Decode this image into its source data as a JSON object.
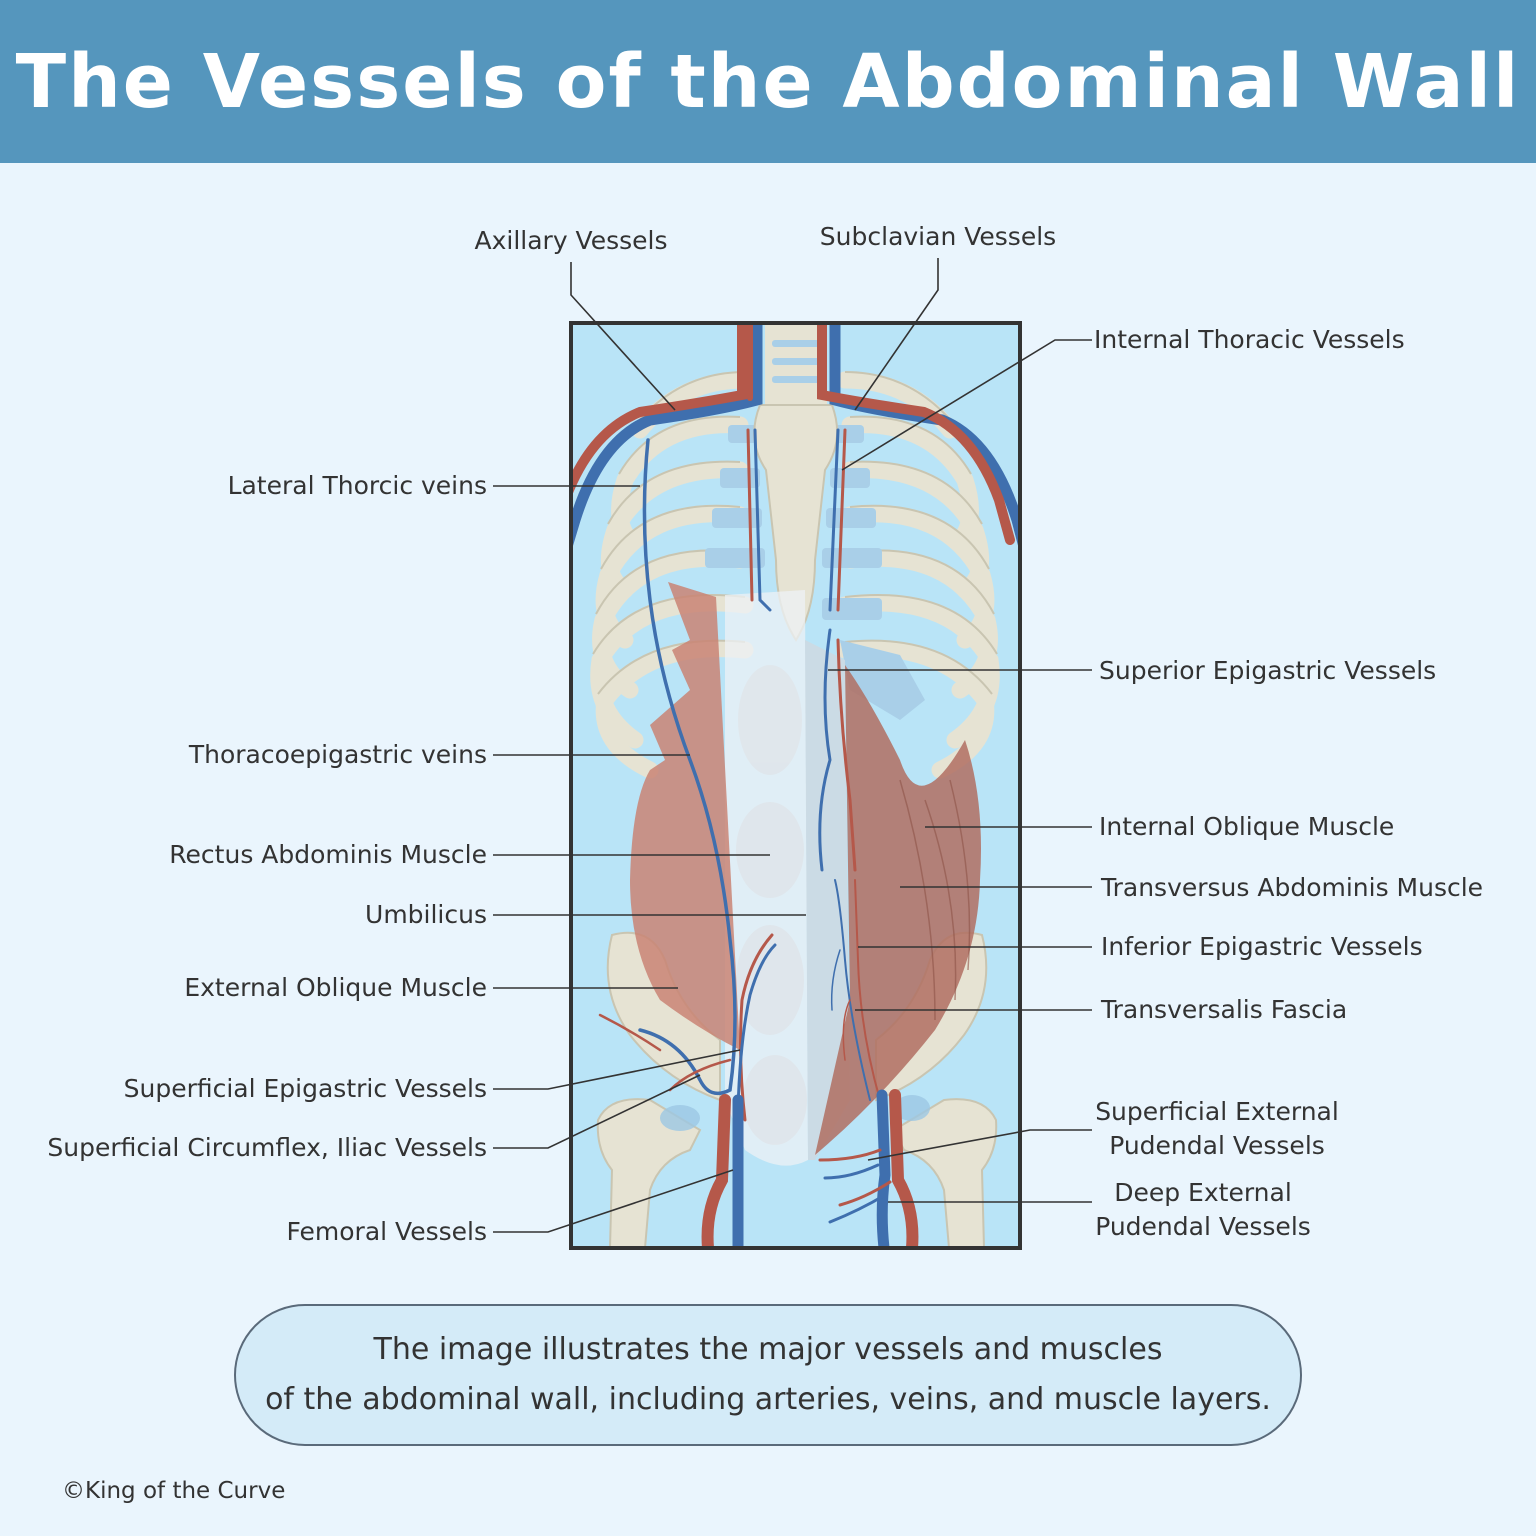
{
  "title": "The Vessels of the Abdominal Wall",
  "labels": {
    "axillary_vessels": "Axillary Vessels",
    "subclavian_vessels": "Subclavian Vessels",
    "internal_thoracic_vessels": "Internal Thoracic Vessels",
    "lateral_thoracic_veins": "Lateral Thorcic veins",
    "superior_epigastric_vessels": "Superior Epigastric Vessels",
    "thoracoepigastric_veins": "Thoracoepigastric veins",
    "internal_oblique_muscle": "Internal Oblique Muscle",
    "rectus_abdominis_muscle": "Rectus Abdominis Muscle",
    "transversus_abdominis_muscle": "Transversus Abdominis Muscle",
    "umbilicus": "Umbilicus",
    "inferior_epigastric_vessels": "Inferior Epigastric Vessels",
    "external_oblique_muscle": "External Oblique Muscle",
    "transversalis_fascia": "Transversalis Fascia",
    "superficial_epigastric_vessels": "Superficial Epigastric Vessels",
    "superficial_circumflex_iliac_vessels": "Superficial Circumflex, Iliac Vessels",
    "superficial_external_pudendal_line1": "Superficial External",
    "superficial_external_pudendal_line2": "Pudendal Vessels",
    "deep_external_pudendal_line1": "Deep External",
    "deep_external_pudendal_line2": "Pudendal Vessels",
    "femoral_vessels": "Femoral Vessels"
  },
  "caption": {
    "line1": "The image illustrates the major vessels and muscles",
    "line2": "of the abdominal wall, including arteries, veins, and muscle layers."
  },
  "copyright": "©King of the Curve",
  "colors": {
    "header": "#5596bd",
    "background": "#eaf5fd",
    "artery": "#b5584a",
    "vein": "#3f6fae",
    "bone": "#e6e3d3",
    "muscle": "#c98474",
    "frame_bg": "#b9e4f7"
  }
}
